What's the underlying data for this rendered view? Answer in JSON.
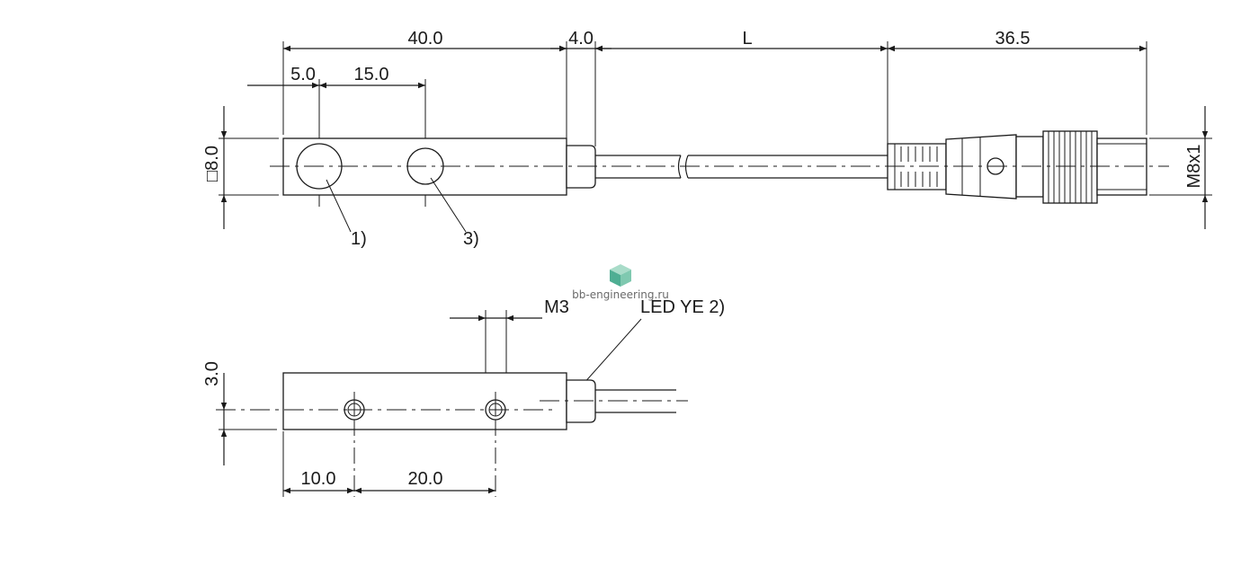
{
  "top_view": {
    "dim_length": "40.0",
    "dim_cap": "4.0",
    "dim_cable": "L",
    "dim_connector": "36.5",
    "dim_offset": "5.0",
    "dim_spacing": "15.0",
    "dim_square": "□8.0",
    "dim_thread": "M8x1",
    "callout_1": "1)",
    "callout_3": "3)"
  },
  "side_view": {
    "dim_screw": "M3",
    "led_label": "LED YE 2)",
    "dim_height": "3.0",
    "dim_hole_offset": "10.0",
    "dim_hole_spacing": "20.0"
  },
  "watermark": {
    "text": "bb-engineering.ru",
    "icon": "cube-logo-icon"
  }
}
